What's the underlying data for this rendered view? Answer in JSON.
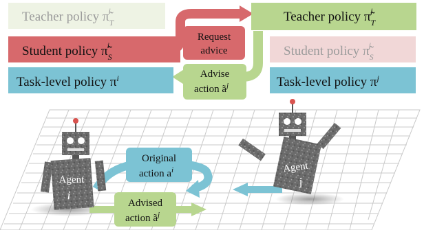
{
  "colors": {
    "red": "#d7696c",
    "pale_red": "#f1d7d7",
    "green": "#b8d68f",
    "pale_green": "#eef3e4",
    "blue": "#7cc3d4",
    "dark_text": "#111111",
    "muted_text": "#9b9b9b",
    "grid": "#c9c9c9"
  },
  "agent_i": {
    "teacher": "Teacher policy π̃",
    "teacher_sub": "T",
    "teacher_sup": "i",
    "student": "Student policy π̃",
    "student_sub": "S",
    "student_sup": "i",
    "task": "Task-level policy π",
    "task_sup": "i"
  },
  "agent_j": {
    "teacher": "Teacher policy π̃",
    "teacher_sub": "T",
    "teacher_sup": "j",
    "student": "Student policy π̃",
    "student_sub": "S",
    "student_sup": "j",
    "task": "Task-level policy π",
    "task_sup": "j"
  },
  "flow": {
    "request_line1": "Request",
    "request_line2": "advice",
    "advise_line1": "Advise",
    "advise_line2": "action ã",
    "advise_sup": "j"
  },
  "scene": {
    "agent_i_name": "Agent",
    "agent_i_id": "i",
    "agent_j_name": "Agent",
    "agent_j_id": "j",
    "original_line1": "Original",
    "original_line2": "action a",
    "original_sup": "i",
    "advised_line1": "Advised",
    "advised_line2": "action ã",
    "advised_sup": "j"
  },
  "icons": [
    "robot-icon",
    "arrow-icon"
  ]
}
